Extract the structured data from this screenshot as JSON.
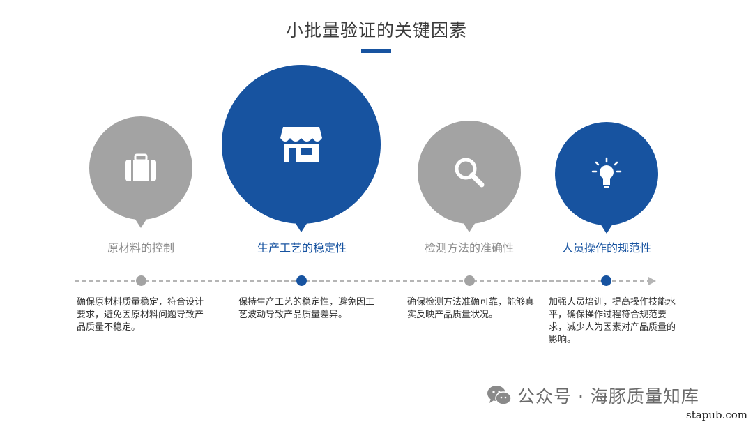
{
  "title": "小批量验证的关键因素",
  "steps": [
    {
      "label": "原材料的控制",
      "desc": "确保原材料质量稳定，符合设计要求，避免因原材料问题导致产品质量不稳定。",
      "icon": "briefcase-icon"
    },
    {
      "label": "生产工艺的稳定性",
      "desc": "保持生产工艺的稳定性，避免因工艺波动导致产品质量差异。",
      "icon": "shop-icon"
    },
    {
      "label": "检测方法的准确性",
      "desc": "确保检测方法准确可靠，能够真实反映产品质量状况。",
      "icon": "magnifier-icon"
    },
    {
      "label": "人员操作的规范性",
      "desc": "加强人员培训，提高操作技能水平，确保操作过程符合规范要求，减少人为因素对产品质量的影响。",
      "icon": "lightbulb-icon"
    }
  ],
  "footer": {
    "text": "公众号 · 海豚质量知库",
    "icon": "wechat-icon"
  },
  "watermark": "stapub.com",
  "colors": {
    "blue": "#1753a0",
    "gray": "#a3a3a3"
  }
}
